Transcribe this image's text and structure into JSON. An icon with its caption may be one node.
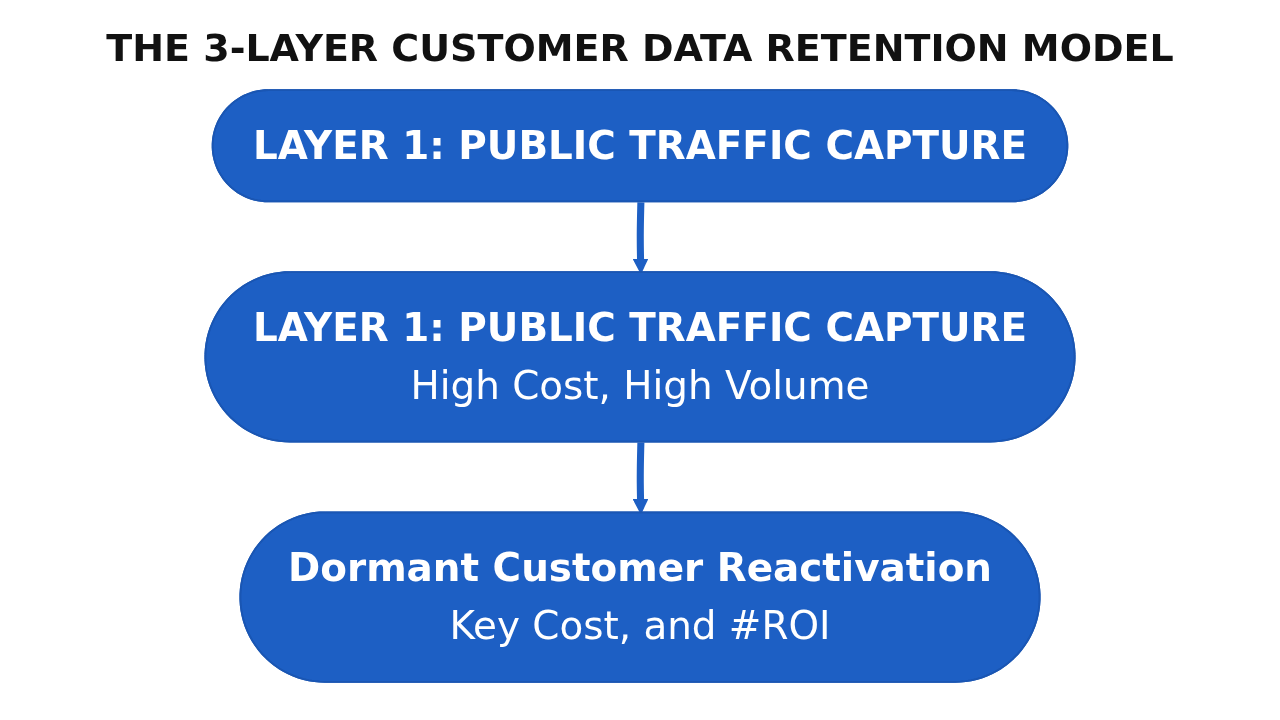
{
  "diagram": {
    "title": "THE 3-LAYER CUSTOMER DATA RETENTION MODEL",
    "nodes": [
      {
        "text": [
          "LAYER 1: PUBLIC TRAFFIC CAPTURE"
        ]
      },
      {
        "text": [
          "LAYER 1: PUBLIC TRAFFIC CAPTURE",
          "High Cost, High Volume"
        ]
      },
      {
        "text": [
          "Dormant Customer Reactivation",
          "Key Cost, and #ROI"
        ]
      }
    ],
    "edges": [
      {
        "from": 0,
        "to": 1,
        "arrow": "to"
      },
      {
        "from": 1,
        "to": 2,
        "arrow": "to"
      }
    ]
  }
}
